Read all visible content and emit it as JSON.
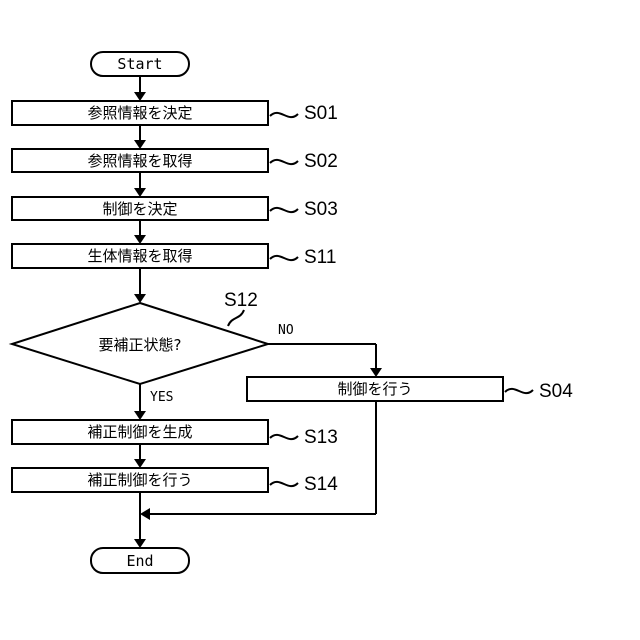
{
  "flowchart": {
    "start": "Start",
    "end": "End",
    "steps": [
      {
        "text": "参照情報を決定",
        "id": "S01"
      },
      {
        "text": "参照情報を取得",
        "id": "S02"
      },
      {
        "text": "制御を決定",
        "id": "S03"
      },
      {
        "text": "生体情報を取得",
        "id": "S11"
      },
      {
        "text": "補正制御を生成",
        "id": "S13"
      },
      {
        "text": "補正制御を行う",
        "id": "S14"
      }
    ],
    "decision": {
      "text": "要補正状態?",
      "id": "S12",
      "yes": "YES",
      "no": "NO"
    },
    "branch_step": {
      "text": "制御を行う",
      "id": "S04"
    }
  }
}
